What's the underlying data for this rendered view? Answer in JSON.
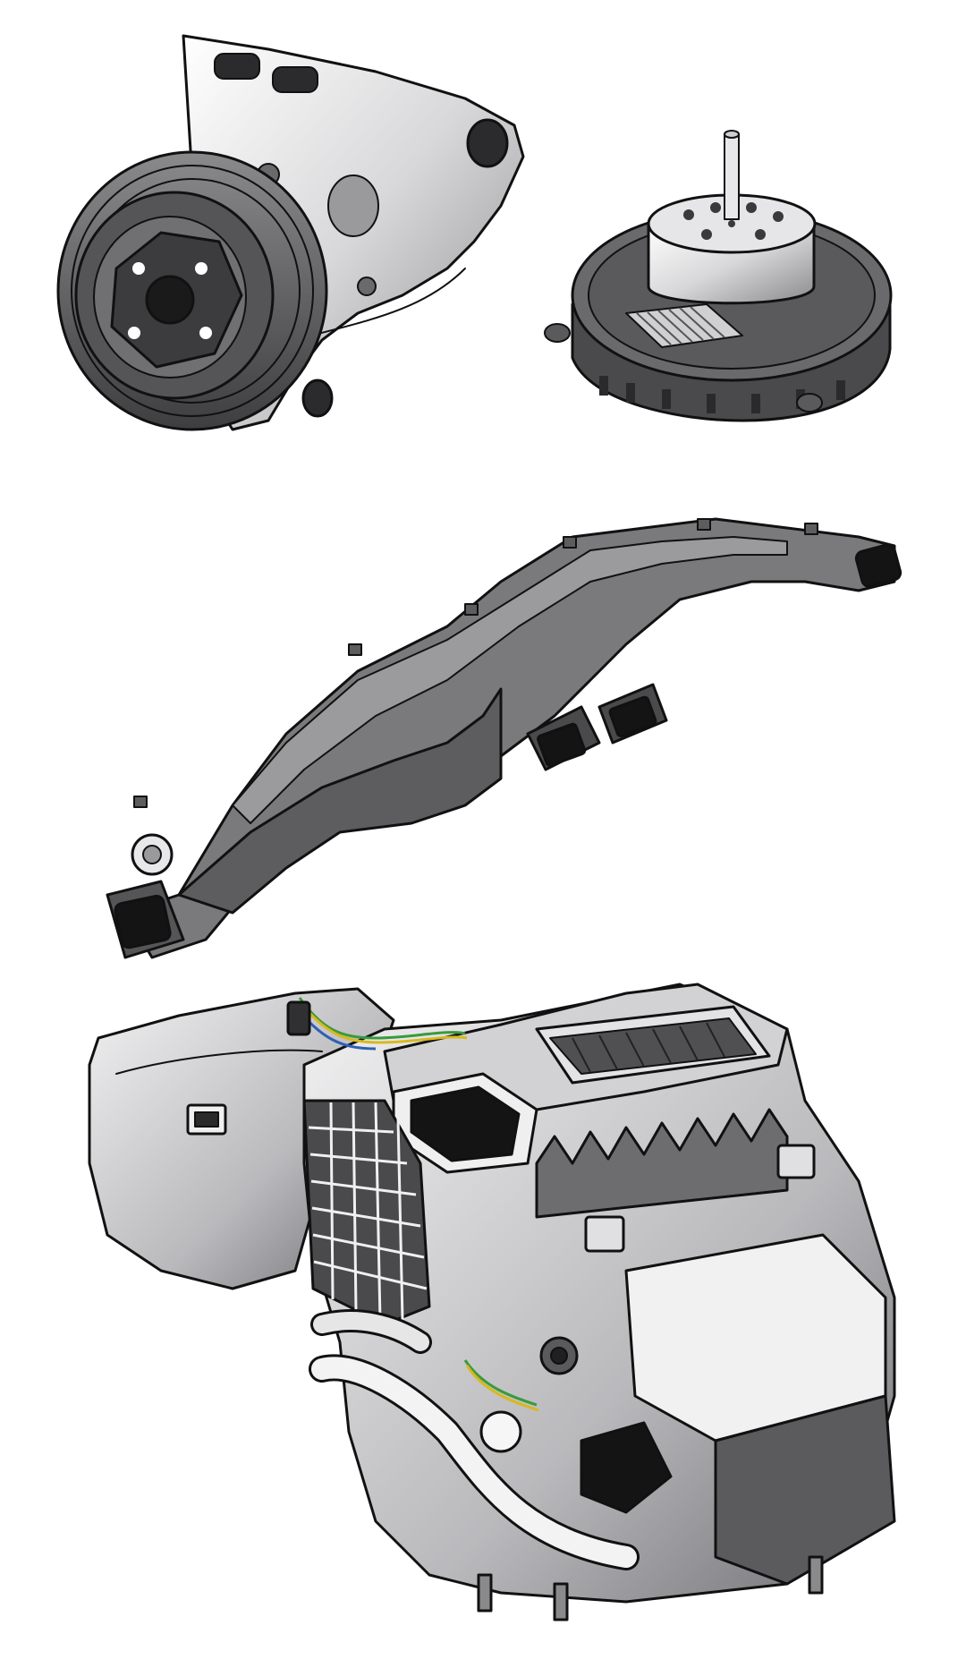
{
  "illustration": {
    "parts": [
      {
        "name": "ac-compressor",
        "icon": "compressor-icon"
      },
      {
        "name": "blower-motor",
        "icon": "blower-motor-icon"
      },
      {
        "name": "air-duct",
        "icon": "duct-icon"
      },
      {
        "name": "hvac-module",
        "icon": "hvac-unit-icon"
      }
    ],
    "colors": {
      "outline": "#111111",
      "dark_gray": "#4a4a4c",
      "mid_gray": "#7d7d80",
      "light_gray": "#d6d6d8",
      "highlight": "#f4f4f5",
      "wire_green": "#3a9a3a",
      "wire_yellow": "#d8b820",
      "wire_blue": "#2f5fb5"
    }
  }
}
